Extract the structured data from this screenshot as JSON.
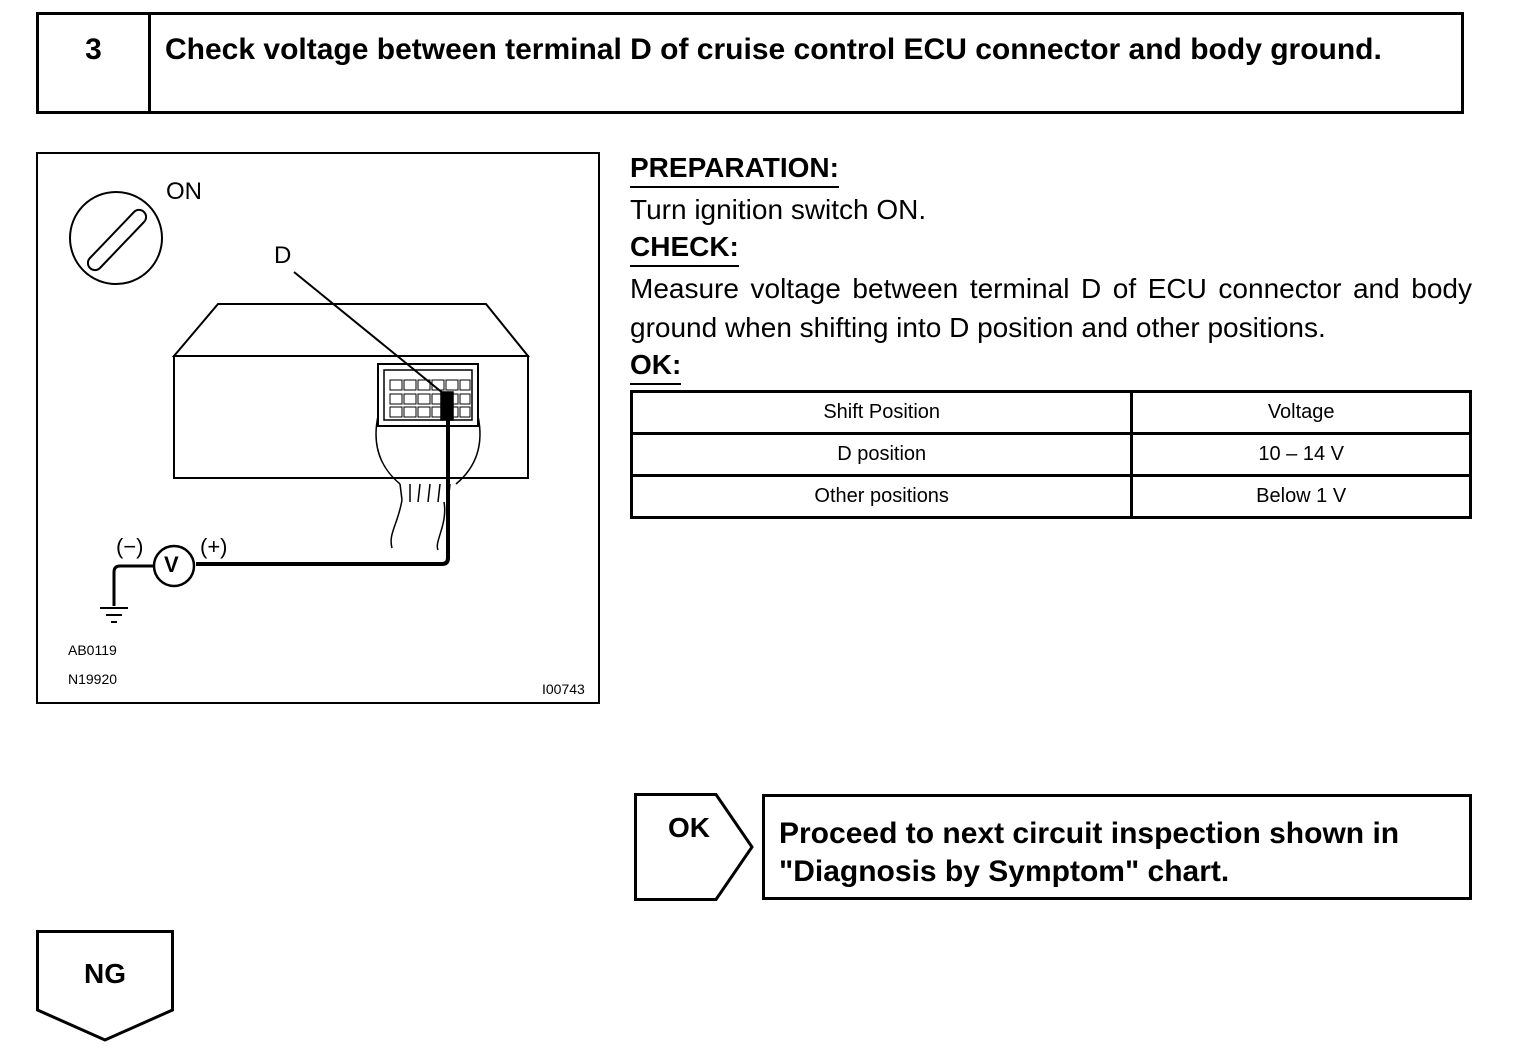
{
  "step": {
    "number": "3",
    "title": "Check voltage between terminal D of cruise control ECU connector and body ground."
  },
  "figure": {
    "ignition_label": "ON",
    "terminal_label": "D",
    "negative_label": "(−)",
    "positive_label": "(+)",
    "meter_symbol": "V",
    "ref_code_1": "AB0119",
    "ref_code_2": "N19920",
    "figure_code": "I00743"
  },
  "procedure": {
    "preparation_heading": "PREPARATION:",
    "preparation_text": "Turn ignition switch ON.",
    "check_heading": "CHECK:",
    "check_text": "Measure voltage between terminal D of ECU connector and body ground when shifting into D position and other positions.",
    "ok_heading": "OK:"
  },
  "spec_table": {
    "headers": [
      "Shift Position",
      "Voltage"
    ],
    "rows": [
      [
        "D position",
        "10 – 14 V"
      ],
      [
        "Other positions",
        "Below 1 V"
      ]
    ]
  },
  "flow": {
    "ok_label": "OK",
    "ok_result": "Proceed to next circuit inspection shown in \"Diagnosis by Symptom\" chart.",
    "ng_label": "NG"
  }
}
